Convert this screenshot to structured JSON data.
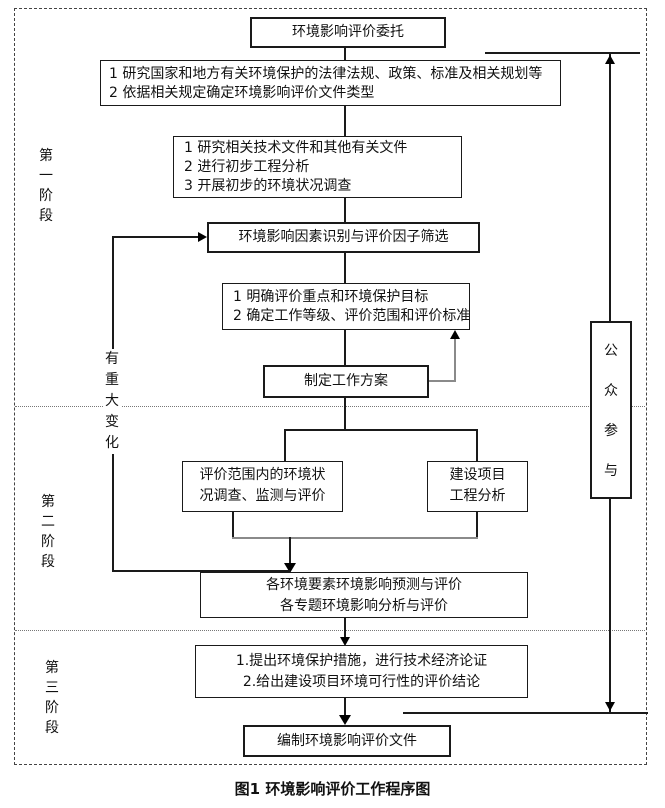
{
  "figure": {
    "caption": "图1  环境影响评价工作程序图"
  },
  "stage_labels": [
    "第一阶段",
    "第二阶段",
    "第三阶段"
  ],
  "annotations": {
    "major_change": "有重大变化",
    "public_participation": "公众参与"
  },
  "boxes": {
    "commission": {
      "lines": [
        "环境影响评价委托"
      ]
    },
    "laws": {
      "lines": [
        "1 研究国家和地方有关环境保护的法律法规、政策、标准及相关规划等",
        "2 依据相关规定确定环境影响评价文件类型"
      ]
    },
    "tech_docs": {
      "lines": [
        "1 研究相关技术文件和其他有关文件",
        "2 进行初步工程分析",
        "3 开展初步的环境状况调查"
      ]
    },
    "factor_screening": {
      "lines": [
        "环境影响因素识别与评价因子筛选"
      ]
    },
    "key_points": {
      "lines": [
        "1 明确评价重点和环境保护目标",
        "2 确定工作等级、评价范围和评价标准"
      ]
    },
    "work_plan": {
      "lines": [
        "制定工作方案"
      ]
    },
    "env_survey": {
      "lines": [
        "评价范围内的环境状",
        "况调查、监测与评价"
      ]
    },
    "project_analysis": {
      "lines": [
        "建设项目",
        "工程分析"
      ]
    },
    "impact_prediction": {
      "lines": [
        "各环境要素环境影响预测与评价",
        "各专题环境影响分析与评价"
      ]
    },
    "conclusions": {
      "lines": [
        "1.提出环境保护措施，进行技术经济论证",
        "2.给出建设项目环境可行性的评价结论"
      ]
    },
    "compile_docs": {
      "lines": [
        "编制环境影响评价文件"
      ]
    }
  }
}
